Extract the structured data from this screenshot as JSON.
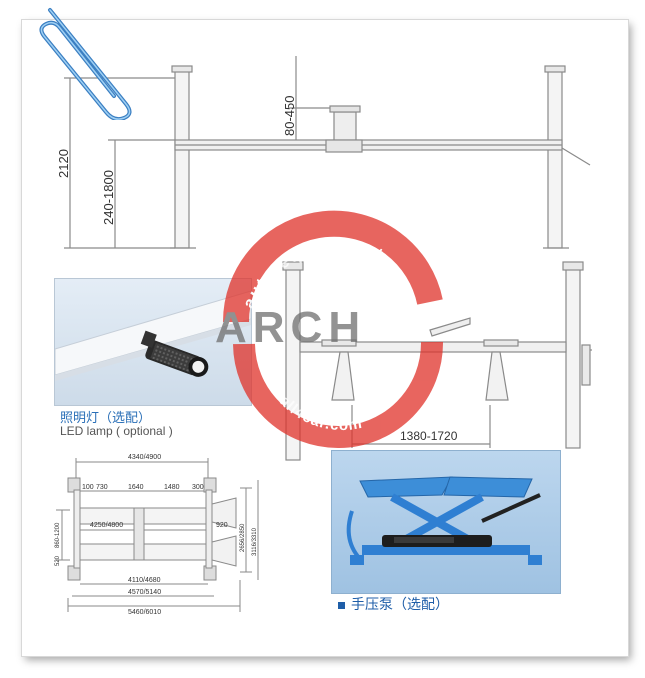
{
  "top_view": {
    "dim_height_total": "2120",
    "dim_height_range": "240-1800",
    "dim_jack_range": "80-450"
  },
  "front_view": {
    "dim_width_range": "1380-1720"
  },
  "lamp": {
    "caption_cn": "照明灯（选配）",
    "caption_en": "LED lamp ( optional )"
  },
  "plan_view": {
    "dims": {
      "overall_top": "4340/4900",
      "d100": "100",
      "d730": "730",
      "d1640": "1640",
      "d1480": "1480",
      "d300": "300",
      "runway": "4250/4800",
      "d920": "920",
      "d4110": "4110/4680",
      "d4570": "4570/5140",
      "d5460": "5460/6010",
      "left_range": "860-1200",
      "left_small": "520",
      "right_a": "2656/2850",
      "right_b": "3116/3310"
    }
  },
  "pump": {
    "caption_cn": "手压泵（选配）"
  },
  "watermark": {
    "arc_text": "auto equipment",
    "brand": "ARCH",
    "url": "www.all4car.com"
  },
  "colors": {
    "line": "#8a8a8a",
    "accent_red": "#e0322a",
    "caption_blue": "#2a6fb7",
    "pump_blue": "#2f7fd2"
  }
}
